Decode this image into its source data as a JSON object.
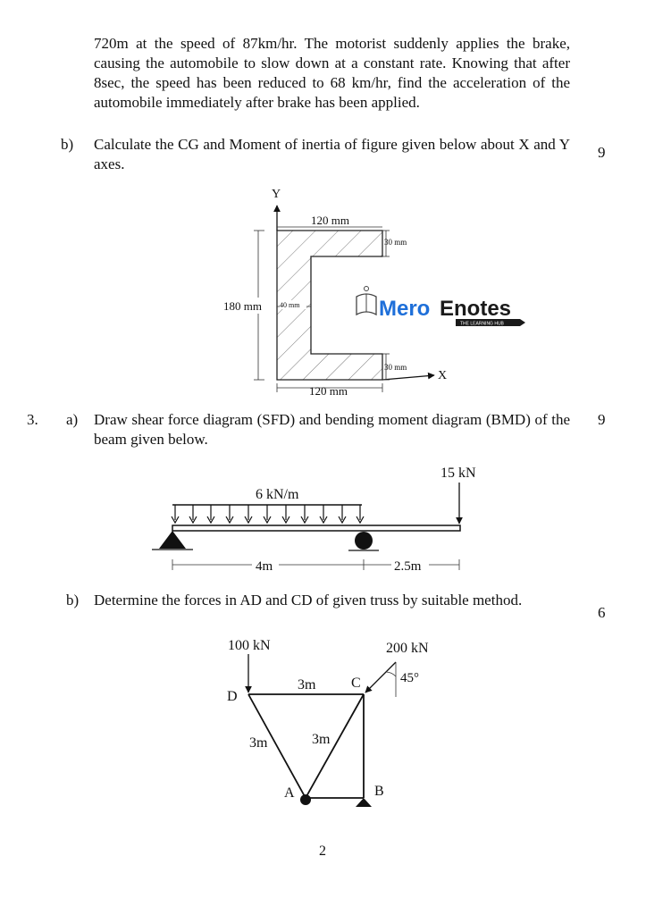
{
  "q2a": {
    "text": "720m at the speed of 87km/hr. The motorist suddenly applies the brake, causing the automobile to slow down at a constant rate. Knowing that after 8sec, the speed has been reduced to 68 km/hr, find the acceleration of the automobile immediately after brake has been applied."
  },
  "q2b": {
    "label": "b)",
    "text": "Calculate the CG and Moment of inertia of figure given below about X and Y axes.",
    "marks": "9"
  },
  "fig1": {
    "y_axis": "Y",
    "x_axis": "X",
    "top_width": "120 mm",
    "bottom_width": "120 mm",
    "top_thickness": "30 mm",
    "bottom_thickness": "30 mm",
    "height": "180 mm",
    "web_thickness": "40 mm"
  },
  "watermark": {
    "brand_part1": "Mero",
    "brand_part2": "Enotes",
    "tagline": "THE LEARNING HUB",
    "color_blue": "#1e6fd9",
    "color_dark": "#1a1a1a"
  },
  "q3": {
    "number": "3.",
    "a_label": "a)",
    "a_text": "Draw shear force diagram (SFD) and bending moment diagram (BMD) of the beam given below.",
    "a_marks": "9",
    "b_label": "b)",
    "b_text": "Determine the forces in AD and CD of given truss by suitable method.",
    "b_marks": "6"
  },
  "beam": {
    "udl": "6 kN/m",
    "point_load": "15 kN",
    "span1": "4m",
    "span2": "2.5m"
  },
  "truss": {
    "load_d": "100 kN",
    "load_c": "200 kN",
    "angle": "45°",
    "member_dc": "3m",
    "member_da": "3m",
    "member_ac": "3m",
    "node_d": "D",
    "node_c": "C",
    "node_a": "A",
    "node_b": "B"
  },
  "page_number": "2"
}
